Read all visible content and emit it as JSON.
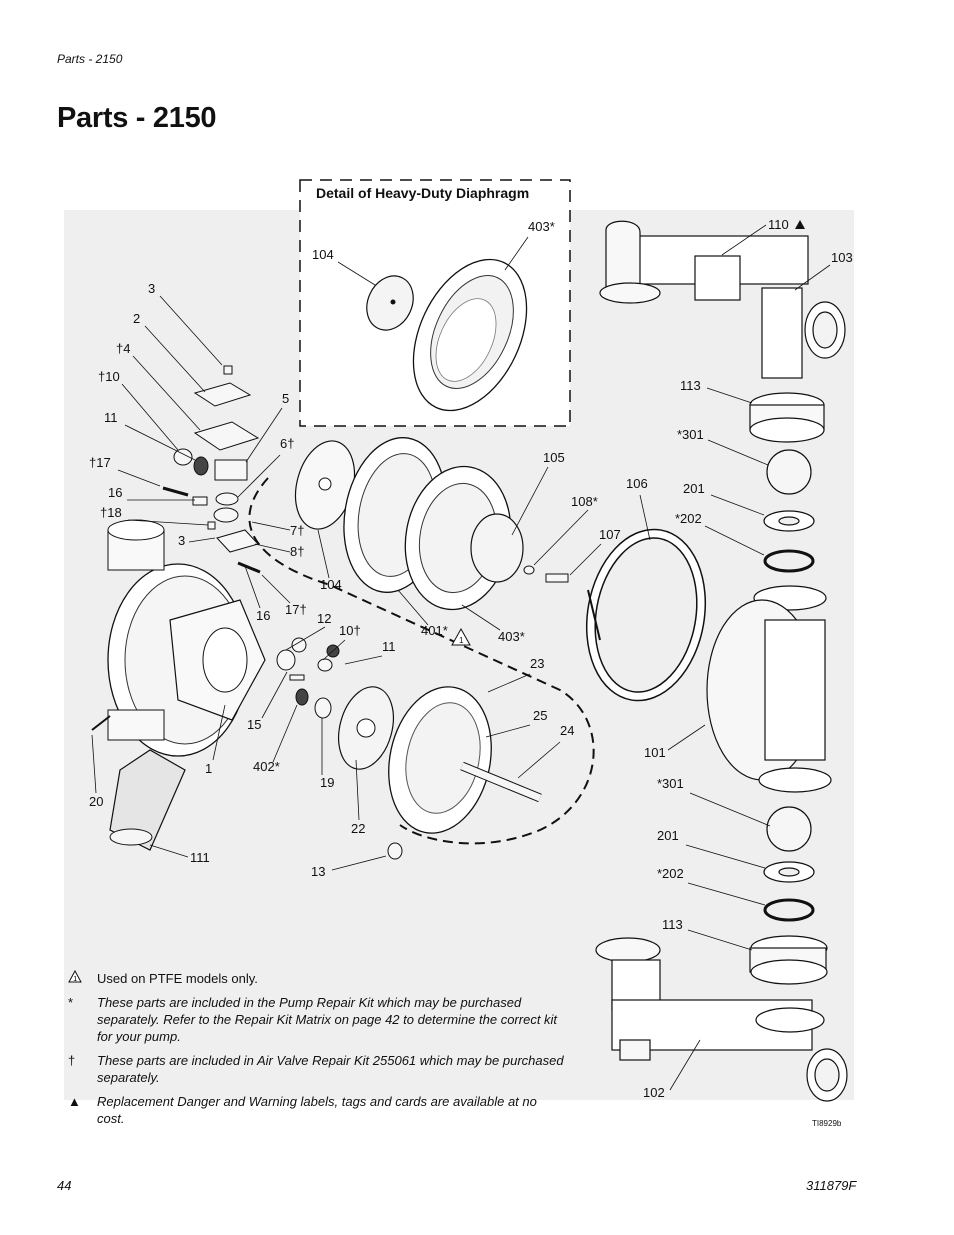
{
  "header": {
    "running": "Parts - 2150",
    "title": "Parts - 2150"
  },
  "detail": {
    "title": "Detail of Heavy-Duty Diaphragm",
    "callouts": [
      "104",
      "403*"
    ]
  },
  "callouts": [
    "3",
    "2",
    "†4",
    "†10",
    "11",
    "†17",
    "16",
    "†18",
    "3",
    "5",
    "6†",
    "7†",
    "8†",
    "104",
    "16",
    "17†",
    "12",
    "10†",
    "11",
    "15",
    "1",
    "402*",
    "19",
    "22",
    "20",
    "111",
    "13",
    "105",
    "108*",
    "107",
    "106",
    "401*",
    "403*",
    "23",
    "25",
    "24",
    "110",
    "103",
    "113",
    "*301",
    "201",
    "*202",
    "101",
    "*301",
    "201",
    "*202",
    "113",
    "102"
  ],
  "figure_id": "TI8929b",
  "notes": {
    "ptfe": "Used on PTFE models only.",
    "ptfe_symbol": "1",
    "star_symbol": "*",
    "star": "These parts are included in the Pump Repair Kit which may be purchased separately. Refer to the Repair Kit Matrix on page 42 to determine the correct kit for your pump.",
    "dagger_symbol": "†",
    "dagger": "These parts are included in Air Valve Repair Kit 255061 which may be purchased separately.",
    "triangle_symbol": "▲",
    "triangle": "Replacement Danger and Warning labels, tags and cards are available at no cost."
  },
  "footer": {
    "page": "44",
    "doc": "311879F"
  }
}
